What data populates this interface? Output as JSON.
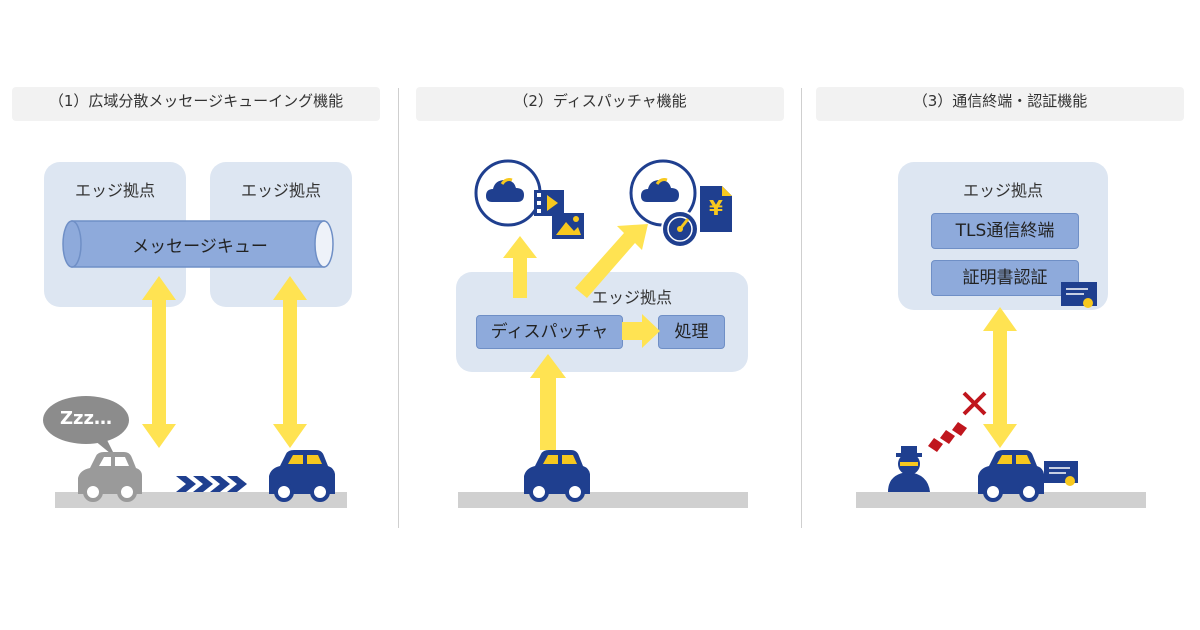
{
  "sections": [
    {
      "header": "（1）広域分散メッセージキューイング機能"
    },
    {
      "header": "（2）ディスパッチャ機能"
    },
    {
      "header": "（3）通信終端・認証機能"
    }
  ],
  "panel1": {
    "edge_label_left": "エッジ拠点",
    "edge_label_right": "エッジ拠点",
    "queue_label": "メッセージキュー",
    "sleep_bubble": "Zzz…"
  },
  "panel2": {
    "edge_label": "エッジ拠点",
    "dispatcher_label": "ディスパッチャ",
    "process_label": "処理",
    "yen_symbol": "¥"
  },
  "panel3": {
    "edge_label": "エッジ拠点",
    "tls_label": "TLS通信終端",
    "cert_label": "証明書認証"
  },
  "colors": {
    "arrow_yellow": "#ffe352",
    "car_navy": "#1f3f8f",
    "car_yellow": "#f7c81e",
    "car_gray": "#9a9a9a",
    "node_bg": "#dde6f2",
    "block_bg": "#8eaadb",
    "reject_red": "#c0161d"
  },
  "icons": [
    "cloud-icon",
    "video-icon",
    "image-icon",
    "yen-document-icon",
    "speedometer-icon",
    "certificate-icon",
    "hacker-icon",
    "car-icon",
    "chevron-arrows-icon",
    "cross-icon"
  ]
}
